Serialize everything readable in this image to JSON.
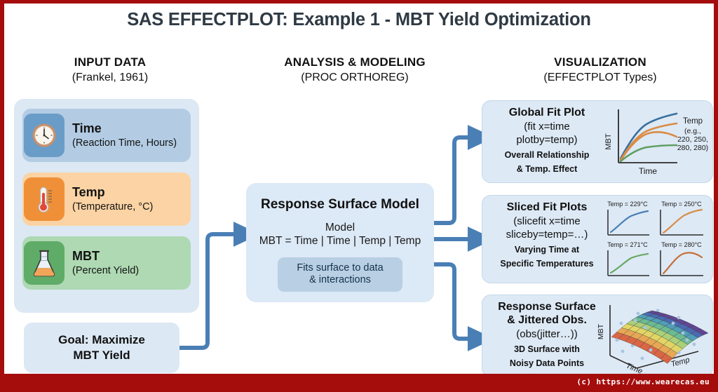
{
  "title": "SAS EFFECTPLOT: Example 1 - MBT Yield Optimization",
  "watermark": "(c) https://www.wearecas.eu",
  "colors": {
    "frame_red": "#a50d0d",
    "panel_blue": "#dce8f4",
    "connector_blue": "#4a7fb5",
    "time_card": "#b3cce4",
    "temp_card": "#fbd3a4",
    "mbt_card": "#aed9b2",
    "title_text": "#2f3a44"
  },
  "columns": [
    {
      "main": "INPUT DATA",
      "sub": "(Frankel, 1961)"
    },
    {
      "main": "ANALYSIS & MODELING",
      "sub": "(PROC ORTHOREG)"
    },
    {
      "main": "VISUALIZATION",
      "sub": "(EFFECTPLOT Types)"
    }
  ],
  "input_panel": {
    "variables": [
      {
        "name": "Time",
        "desc": "(Reaction Time, Hours)",
        "icon": "clock-icon"
      },
      {
        "name": "Temp",
        "desc": "(Temperature, °C)",
        "icon": "thermometer-icon"
      },
      {
        "name": "MBT",
        "desc": "(Percent Yield)",
        "icon": "flask-icon"
      }
    ]
  },
  "goal": {
    "line1": "Goal: Maximize",
    "line2": "MBT Yield"
  },
  "model": {
    "title": "Response Surface Model",
    "sub_line1": "Model",
    "sub_line2": "MBT = Time | Time | Temp | Temp",
    "chip_line1": "Fits surface to data",
    "chip_line2": "& interactions"
  },
  "visualizations": [
    {
      "title": "Global Fit Plot",
      "code_line1": "(fit x=time",
      "code_line2": "plotby=temp)",
      "note_line1": "Overall Relationship",
      "note_line2": "& Temp. Effect"
    },
    {
      "title": "Sliced Fit Plots",
      "code_line1": "(slicefit x=time",
      "code_line2": "sliceby=temp=…)",
      "note_line1": "Varying Time at",
      "note_line2": "Specific Temperatures"
    },
    {
      "title": "Response Surface",
      "title_line2": "& Jittered Obs.",
      "code_line1": "(obs(jitter…))",
      "note_line1": "3D Surface with",
      "note_line2": "Noisy Data Points"
    }
  ],
  "chart_data": [
    {
      "type": "line",
      "id": "global-fit-plot",
      "title": "Global Fit Plot",
      "xlabel": "Time",
      "ylabel": "MBT",
      "legend_title": "Temp",
      "legend_note_line1": "(e.g.,",
      "legend_note_line2": "220, 250,",
      "legend_note_line3": "280, 280)",
      "legend_position": "right",
      "grid": false,
      "series": [
        {
          "name": "220",
          "color": "#39709e",
          "values": [
            10,
            42,
            62,
            74,
            82,
            88,
            92
          ]
        },
        {
          "name": "250",
          "color": "#d98b45",
          "values": [
            8,
            38,
            56,
            66,
            72,
            75,
            78
          ]
        },
        {
          "name": "280a",
          "color": "#d98b45",
          "values": [
            6,
            34,
            52,
            62,
            66,
            64,
            56
          ]
        },
        {
          "name": "280b",
          "color": "#5f9e61",
          "values": [
            3,
            16,
            27,
            33,
            36,
            37,
            37
          ]
        }
      ],
      "x": [
        0,
        1,
        2,
        3,
        4,
        5,
        6
      ]
    },
    {
      "type": "line",
      "id": "sliced-fit-plots",
      "title": "Sliced Fit Plots",
      "panels": [
        {
          "label": "Temp = 229°C",
          "color": "#4a7fb5",
          "values": [
            8,
            38,
            58,
            71,
            80,
            86,
            89
          ]
        },
        {
          "label": "Temp = 250°C",
          "color": "#d98b45",
          "values": [
            6,
            36,
            57,
            71,
            81,
            88,
            93
          ]
        },
        {
          "label": "Temp = 271°C",
          "color": "#6aa866",
          "values": [
            5,
            30,
            50,
            64,
            73,
            78,
            80
          ]
        },
        {
          "label": "Temp = 280°C",
          "color": "#c4703a",
          "values": [
            6,
            36,
            60,
            74,
            80,
            79,
            74
          ]
        }
      ],
      "x": [
        0,
        1,
        2,
        3,
        4,
        5,
        6
      ]
    },
    {
      "type": "surface",
      "id": "response-surface-3d",
      "title": "Response Surface & Jittered Obs.",
      "zlabel": "MBT",
      "xlabel": "Time",
      "ylabel": "Temp",
      "colormap": [
        "#5b3d8f",
        "#4464b0",
        "#4a9bb5",
        "#67b98e",
        "#a8cf72",
        "#e3d45e",
        "#e8a44c",
        "#d9603c"
      ],
      "scatter_points": 22,
      "scatter_color": "#a9c4e0"
    }
  ]
}
